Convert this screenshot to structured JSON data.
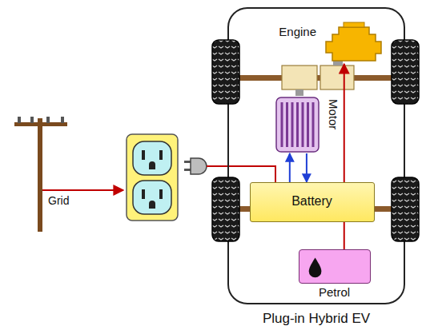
{
  "diagram": {
    "nodes": [
      {
        "text": [
          "Plug-in Hybrid EV"
        ]
      },
      {
        "text": [
          "Engine"
        ],
        "in": 0
      },
      {
        "text": [
          "Motor"
        ],
        "in": 0
      },
      {
        "text": [
          "Battery"
        ],
        "in": 0
      },
      {
        "text": [
          "Petrol"
        ],
        "in": 0
      }
    ],
    "edges": [
      {
        "from": 3,
        "to": 2,
        "arrow": "to"
      },
      {
        "from": 2,
        "to": 3,
        "arrow": "to"
      },
      {
        "from": 4,
        "to": 1,
        "arrow": "to"
      }
    ],
    "labels": [
      "Grid"
    ]
  }
}
